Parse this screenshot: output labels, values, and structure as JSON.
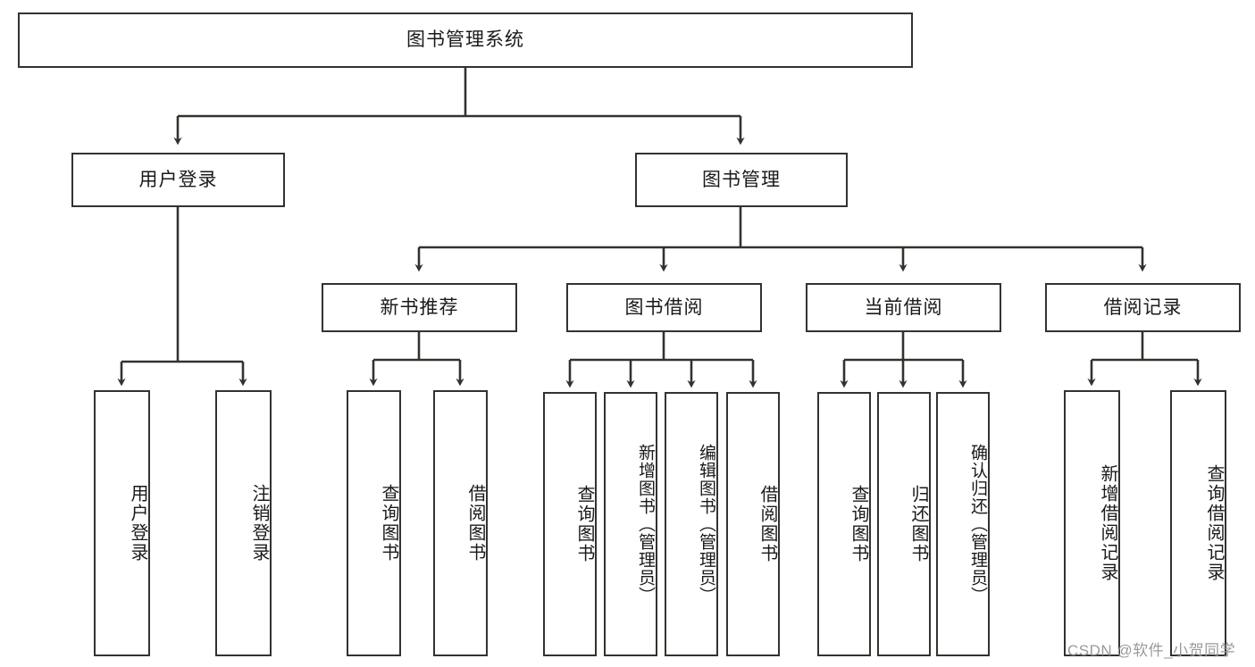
{
  "diagram": {
    "type": "tree",
    "title": "图书管理系统",
    "background_color": "#ffffff",
    "line_color": "#33322f",
    "text_color": "#1a1a1a",
    "levels": 4,
    "root": {
      "label": "图书管理系统",
      "orientation": "horizontal"
    },
    "level2": [
      {
        "label": "用户登录",
        "orientation": "horizontal"
      },
      {
        "label": "图书管理",
        "orientation": "horizontal"
      }
    ],
    "level3": [
      {
        "label": "新书推荐",
        "orientation": "horizontal",
        "parent": "图书管理"
      },
      {
        "label": "图书借阅",
        "orientation": "horizontal",
        "parent": "图书管理"
      },
      {
        "label": "当前借阅",
        "orientation": "horizontal",
        "parent": "图书管理"
      },
      {
        "label": "借阅记录",
        "orientation": "horizontal",
        "parent": "图书管理"
      }
    ],
    "leaves": {
      "user_login": [
        {
          "label": "用户登录",
          "orientation": "vertical"
        },
        {
          "label": "注销登录",
          "orientation": "vertical"
        }
      ],
      "new_book_recommend": [
        {
          "label": "查询图书",
          "orientation": "vertical"
        },
        {
          "label": "借阅图书",
          "orientation": "vertical"
        }
      ],
      "book_borrow": [
        {
          "label": "查询图书",
          "orientation": "vertical"
        },
        {
          "label": "新增图书（管理员）",
          "orientation": "vertical"
        },
        {
          "label": "编辑图书（管理员）",
          "orientation": "vertical"
        },
        {
          "label": "借阅图书",
          "orientation": "vertical"
        }
      ],
      "current_borrow": [
        {
          "label": "查询图书",
          "orientation": "vertical"
        },
        {
          "label": "归还图书",
          "orientation": "vertical"
        },
        {
          "label": "确认归还（管理员）",
          "orientation": "vertical"
        }
      ],
      "borrow_record": [
        {
          "label": "新增借阅记录",
          "orientation": "vertical"
        },
        {
          "label": "查询借阅记录",
          "orientation": "vertical"
        }
      ]
    }
  },
  "watermark": {
    "text": "CSDN @软件_小贺同学"
  }
}
